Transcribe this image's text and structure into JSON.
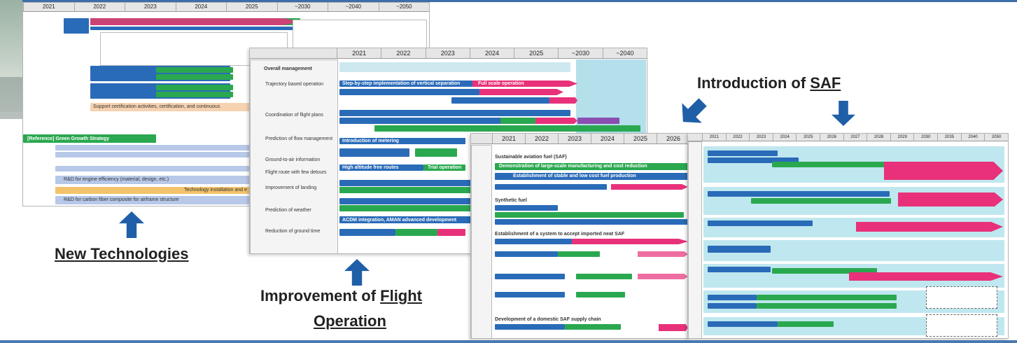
{
  "captions": {
    "new_tech": "New Technologies",
    "flight_op_prefix": "Improvement of ",
    "flight_op_u": "Flight",
    "flight_op_line2": "Operation",
    "saf_prefix": "Introduction of ",
    "saf_u": "SAF"
  },
  "panel_new_tech": {
    "years": [
      "2021",
      "2022",
      "2023",
      "2024",
      "2025",
      "~2030",
      "~2040",
      "~2050"
    ],
    "reference_label": "[Reference] Green Growth Strategy",
    "support_label": "Support certification activities, certification, and continuous",
    "technology_label": "Technology installation and e",
    "items": [
      "R&D for engine efficiency (material, design, etc.)",
      "R&D for carbon fiber composite for airframe structure"
    ]
  },
  "panel_flight_op": {
    "years": [
      "2021",
      "2022",
      "2023",
      "2024",
      "2025",
      "~2030",
      "~2040"
    ],
    "rows": [
      "Overall management",
      "Trajectory based operation",
      "Coordination of flight plans",
      "Prediction of flow management",
      "Ground-to-air information",
      "Flight route with few detours",
      "Improvement of landing",
      "Prediction of weather",
      "Reduction of ground time"
    ],
    "bars": [
      "Step-by-step implementation of vertical separation",
      "Full scale operation",
      "Introduction of metering",
      "High altitude free routes",
      "Trial operation",
      "ACDM integration, AMAN advanced development"
    ]
  },
  "panel_saf_a": {
    "years": [
      "2021",
      "2022",
      "2023",
      "2024",
      "2025",
      "2026"
    ],
    "rows": [
      "Sustainable aviation fuel (SAF)",
      "Demonstration of large-scale manufacturing and cost reduction",
      "Establishment of stable and low cost fuel production",
      "Synthetic fuel",
      "Establishment of a system to accept imported neat SAF",
      "Development of a domestic SAF supply chain"
    ]
  },
  "panel_saf_b": {
    "years": [
      "2021",
      "2022",
      "2023",
      "2024",
      "2025",
      "2026",
      "2027",
      "2028",
      "2029",
      "2030",
      "2035",
      "2040",
      "2050"
    ]
  },
  "colors": {
    "blue": "#2a6bb8",
    "green": "#2aa84f",
    "pink": "#e8317a",
    "cyan": "#6fd0dc",
    "navy": "#1f5fa8"
  }
}
